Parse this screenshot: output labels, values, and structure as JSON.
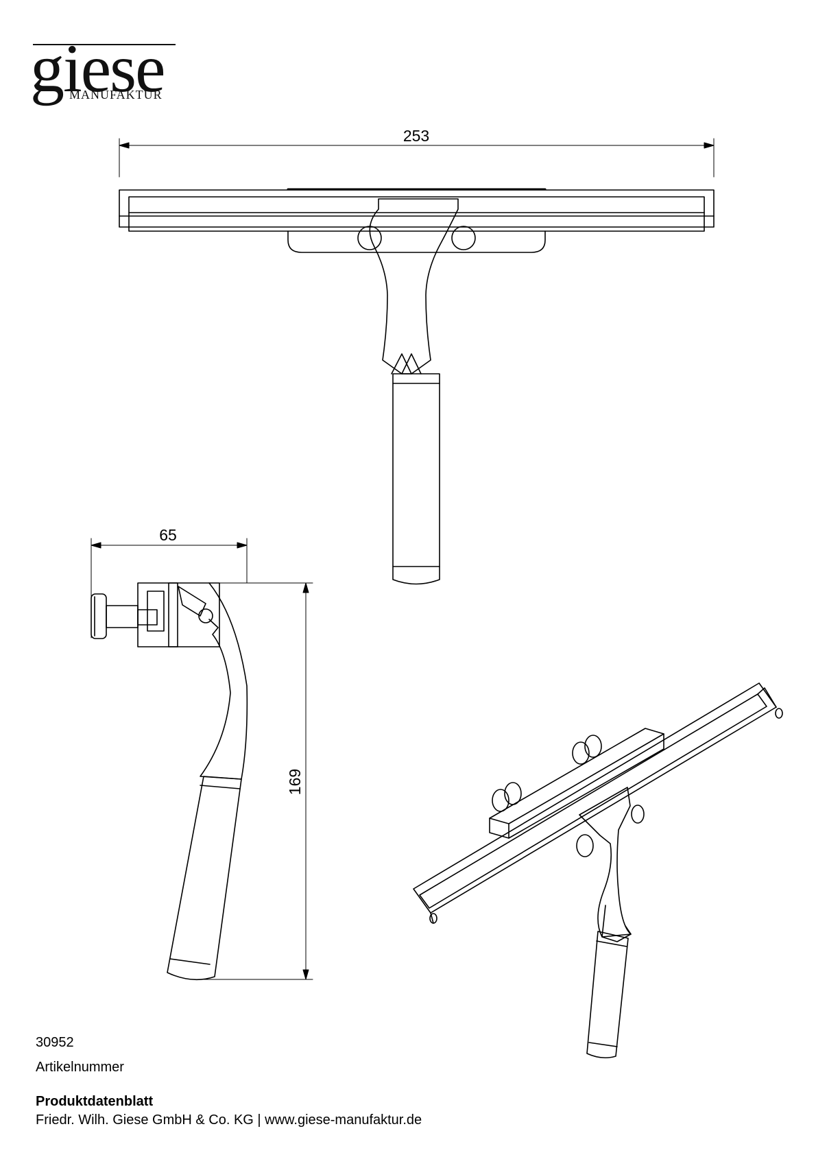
{
  "brand": {
    "name": "giese",
    "subtitle": "MANUFAKTUR"
  },
  "dimensions": {
    "width": "253",
    "depth": "65",
    "height": "169"
  },
  "article": {
    "number": "30952",
    "label": "Artikelnummer"
  },
  "footer": {
    "title": "Produktdatenblatt",
    "company_line": "Friedr. Wilh. Giese GmbH & Co. KG | www.giese-manufaktur.de"
  },
  "colors": {
    "ink": "#000000",
    "background": "#ffffff"
  }
}
